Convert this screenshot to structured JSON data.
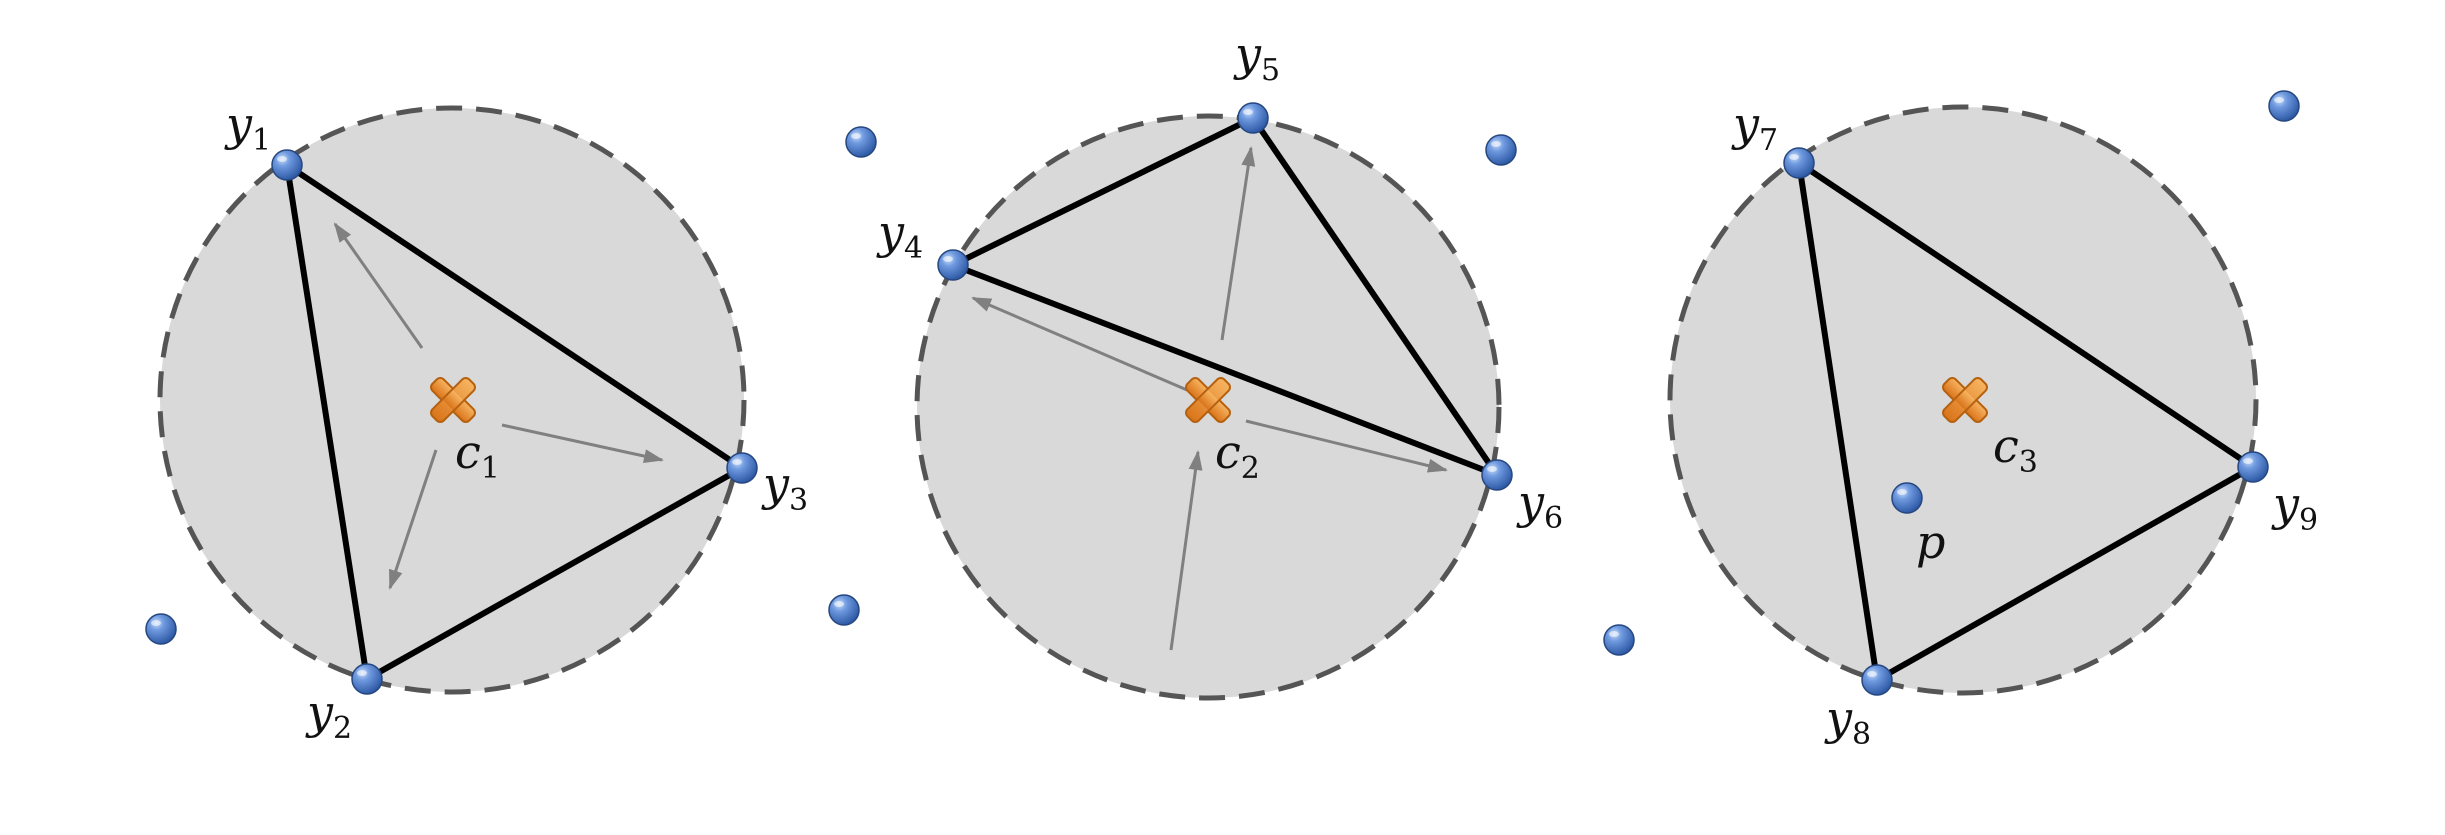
{
  "labels": {
    "y1": {
      "main": "y",
      "sub": "1"
    },
    "y2": {
      "main": "y",
      "sub": "2"
    },
    "y3": {
      "main": "y",
      "sub": "3"
    },
    "y4": {
      "main": "y",
      "sub": "4"
    },
    "y5": {
      "main": "y",
      "sub": "5"
    },
    "y6": {
      "main": "y",
      "sub": "6"
    },
    "y7": {
      "main": "y",
      "sub": "7"
    },
    "y8": {
      "main": "y",
      "sub": "8"
    },
    "y9": {
      "main": "y",
      "sub": "9"
    },
    "c1": {
      "main": "c",
      "sub": "1"
    },
    "c2": {
      "main": "c",
      "sub": "2"
    },
    "c3": {
      "main": "c",
      "sub": "3"
    },
    "p": {
      "main": "p"
    }
  },
  "colors": {
    "circle_fill": "#d9d9d9",
    "circle_stroke": "#555555",
    "triangle_edge": "#000000",
    "arrow": "#808080",
    "point": "#4f7fcc",
    "center_marker": "#e8892a"
  },
  "icons": {
    "point": "blue-sphere-icon",
    "center": "orange-x-icon"
  }
}
